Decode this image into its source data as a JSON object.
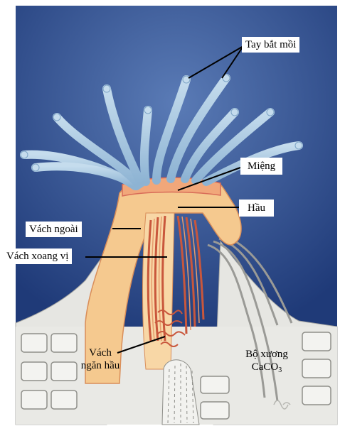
{
  "labels": {
    "tentacles": "Tay bắt mồi",
    "mouth": "Miệng",
    "pharynx": "Hầu",
    "outer_wall": "Vách ngoài",
    "gastric_septum": "Vách xoang vị",
    "pharyngeal_septum_line1": "Vách",
    "pharyngeal_septum_line2": "ngăn hầu",
    "skeleton_line1": "Bộ xương",
    "skeleton_line2_main": "CaCO",
    "skeleton_line2_sub": "3"
  },
  "colors": {
    "background_water": "#2f4f8f",
    "tentacle": "#9fc3dd",
    "body_wall": "#f5c98f",
    "septa": "#d9774a",
    "skeleton": "#e2e2de"
  }
}
